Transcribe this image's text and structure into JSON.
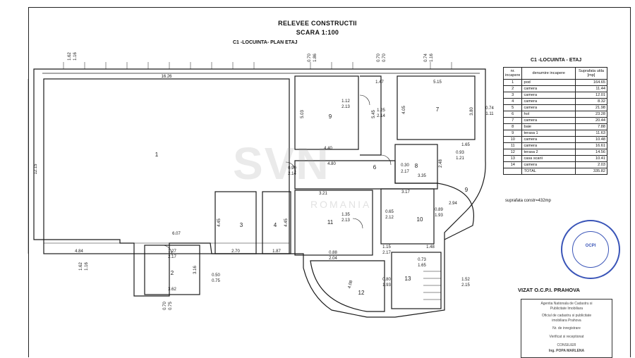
{
  "header": {
    "title": "RELEVEE CONSTRUCTII",
    "scale": "SCARA 1:100",
    "plan_subtitle": "C1 -LOCUINTA- PLAN ETAJ"
  },
  "plan": {
    "room_numbers": [
      "1",
      "2",
      "3",
      "4",
      "6",
      "7",
      "8",
      "9",
      "10",
      "11",
      "12",
      "13"
    ],
    "room_9_second": "9",
    "dimensions": {
      "top_width": "16.26",
      "height_left": "12.15",
      "room1_bottom_a": "6.07",
      "room1_bottom_b": "4.84",
      "room9_h": "5.03",
      "room9_w": "4.40",
      "room7_w": "5.15",
      "room7_h": "4.05",
      "corr_w": "1.47",
      "corr_h": "5.45",
      "door_a": "1.12",
      "door_b": "2.13",
      "door_c": "1.25",
      "door_d": "2.14",
      "hall_w": "4.80",
      "hall_w2": "3.35",
      "r8_h": "2.48",
      "r6_a": "0.30",
      "r6_b": "2.17",
      "win_a": "0.90",
      "win_b": "2.14",
      "r3_w": "2.70",
      "r4_w": "1.87",
      "r3_h": "4.45",
      "r4_h": "4.45",
      "r2_w": "3.62",
      "r2_h": "3.16",
      "r2_door_a": "1.27",
      "r2_door_b": "2.17",
      "r2_side_a": "0.50",
      "r2_side_b": "0.75",
      "r11_w": "3.21",
      "r10_w": "3.17",
      "r10_a": "0.89",
      "r10_b": "1.93",
      "curve_r": "2.94",
      "r12_r": "4.08",
      "r12_a": "0.88",
      "r12_b": "2.04",
      "r13_a": "0.80",
      "r13_b": "1.93",
      "stair_a": "1.48",
      "stair_b": "0.73",
      "stair_c": "1.65",
      "r13_side_a": "1.52",
      "r13_side_b": "2.15",
      "r13_side_c": "1.15",
      "r13_side_d": "2.17",
      "r8_door_a": "0.93",
      "r8_door_b": "1.21",
      "r8_top": "1.65",
      "r7_win_a": "0.74",
      "r7_win_b": "1.11",
      "r7_side": "3.80",
      "r11_a": "1.35",
      "r11_b": "2.13",
      "r10_c": "0.65",
      "r10_d": "2.12",
      "w_top_a": "1.62",
      "w_top_b": "1.16",
      "w_top_c": "0.70",
      "w_top_d": "1.86",
      "w_top_e": "0.74",
      "w_top_f": "1.16",
      "w_top_g": "0.70",
      "w_top_h": "0.70",
      "w_bottom_a": "1.62",
      "w_bottom_b": "1.16",
      "w_bottom_c": "0.70",
      "w_bottom_d": "0.75"
    }
  },
  "table": {
    "title": "C1 -LOCUINTA - ETAJ",
    "headers": [
      "nr. incapere",
      "denumire incapere",
      "Suprafata utila [mp]"
    ],
    "rows": [
      [
        "1",
        "pod",
        "164.65"
      ],
      [
        "2",
        "camera",
        "11.44"
      ],
      [
        "3",
        "camera",
        "12.01"
      ],
      [
        "4",
        "camera",
        "8.32"
      ],
      [
        "5",
        "camera",
        "21.98"
      ],
      [
        "6",
        "hol",
        "23.28"
      ],
      [
        "7",
        "camera",
        "20.44"
      ],
      [
        "8",
        "baie",
        "7.88"
      ],
      [
        "9",
        "terasa 1",
        "11.63"
      ],
      [
        "10",
        "camera",
        "10.48"
      ],
      [
        "11",
        "camera",
        "16.61"
      ],
      [
        "12",
        "terasa 2",
        "14.56"
      ],
      [
        "13",
        "casa scarii",
        "10.41"
      ],
      [
        "14",
        "camera",
        "2.03"
      ]
    ],
    "total_label": "TOTAL",
    "total_value": "335.82"
  },
  "suprafata": "suprafata constr=432mp",
  "vizat": "VIZAT O.C.P.I. PRAHOVA",
  "stamp": {
    "line1": "Agentia Nationala de Cadastru si",
    "line2": "Publicitate Imobiliara",
    "line3": "Oficiul de cadastru si publicitate",
    "line4": "imobiliara Prahova",
    "line5": "Nr. de inregistrare",
    "line6": "Verificat si receptionat",
    "line7": "CONSILIER",
    "line8": "Ing. POPA MARLENA"
  },
  "seal_text": "OCPI",
  "watermark": "SVN",
  "watermark_sub": "ROMANIA",
  "colors": {
    "ink": "#1a1a1a",
    "seal": "#3a55b8"
  }
}
